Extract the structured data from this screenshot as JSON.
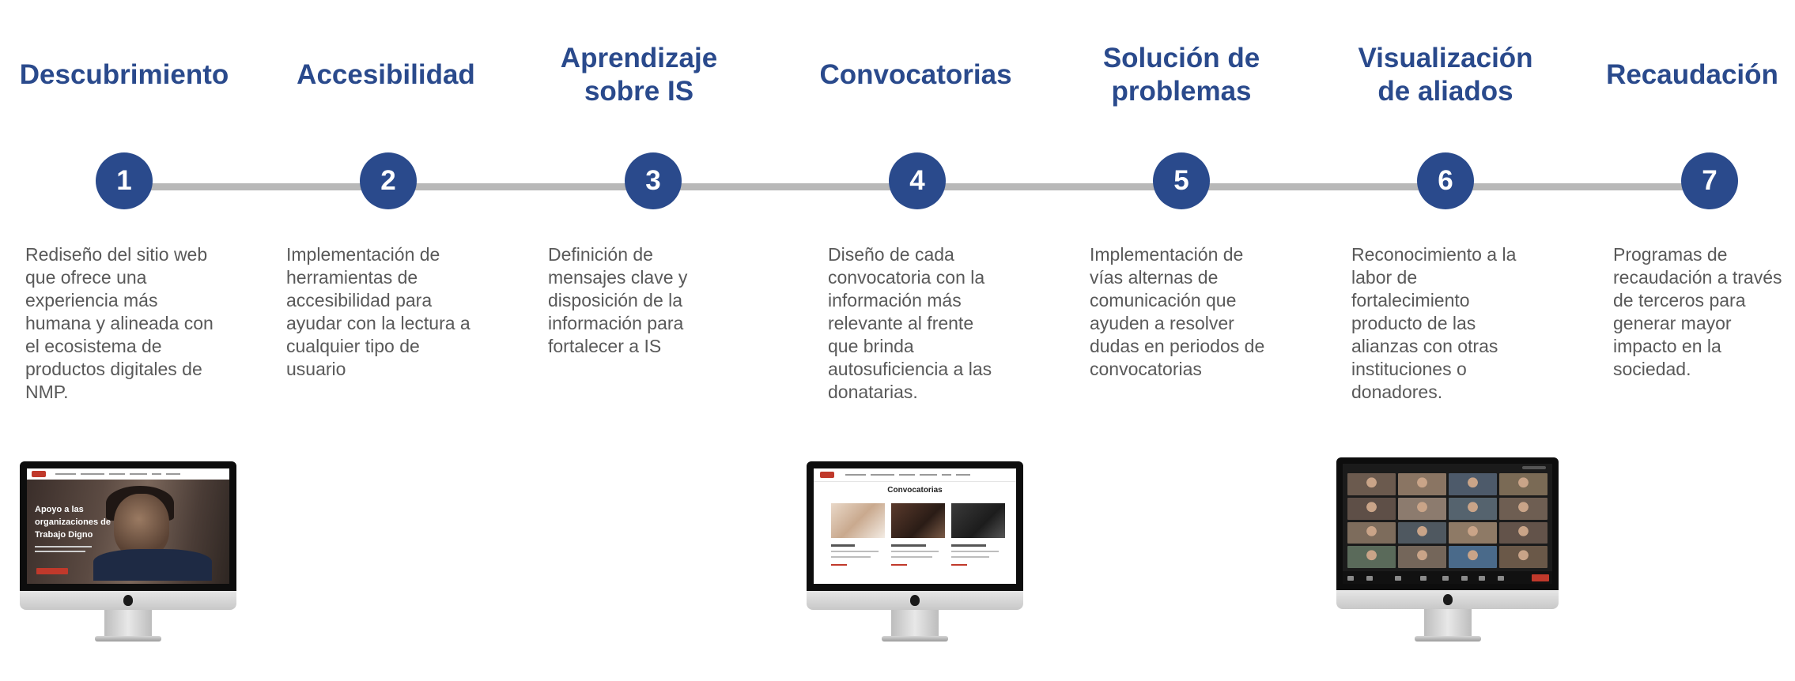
{
  "steps": [
    {
      "number": "1",
      "title_lines": [
        "Descubrimiento"
      ],
      "description": "Rediseño del sitio web que ofrece una experiencia más humana y alineada con el ecosistema de productos digitales de NMP."
    },
    {
      "number": "2",
      "title_lines": [
        "Accesibilidad"
      ],
      "description": "Implementación de herramientas de accesibilidad para ayudar con la lectura a cualquier tipo de usuario"
    },
    {
      "number": "3",
      "title_lines": [
        "Aprendizaje",
        "sobre IS"
      ],
      "description": "Definición de mensajes clave y disposición de la información para fortalecer a IS"
    },
    {
      "number": "4",
      "title_lines": [
        "Convocatorias"
      ],
      "description": "Diseño de cada convocatoria con la información más relevante al frente que brinda autosuficiencia a las donatarias."
    },
    {
      "number": "5",
      "title_lines": [
        "Solución de",
        "problemas"
      ],
      "description": "Implementación de vías alternas de comunicación que ayuden a resolver dudas en periodos de convocatorias"
    },
    {
      "number": "6",
      "title_lines": [
        "Visualización",
        "de aliados"
      ],
      "description": "Reconocimiento a la labor de fortalecimiento producto de las alianzas con otras instituciones o donadores."
    },
    {
      "number": "7",
      "title_lines": [
        "Recaudación"
      ],
      "description": "Programas de recaudación a través de terceros para generar mayor impacto en la sociedad."
    }
  ],
  "colors": {
    "accent": "#2a4a8c",
    "connector": "#b8b8b8",
    "body_text": "#595959"
  },
  "monitors": {
    "hero": {
      "headline": "Apoyo a las organizaciones de Trabajo Digno"
    },
    "convocatorias": {
      "title": "Convocatorias"
    }
  }
}
